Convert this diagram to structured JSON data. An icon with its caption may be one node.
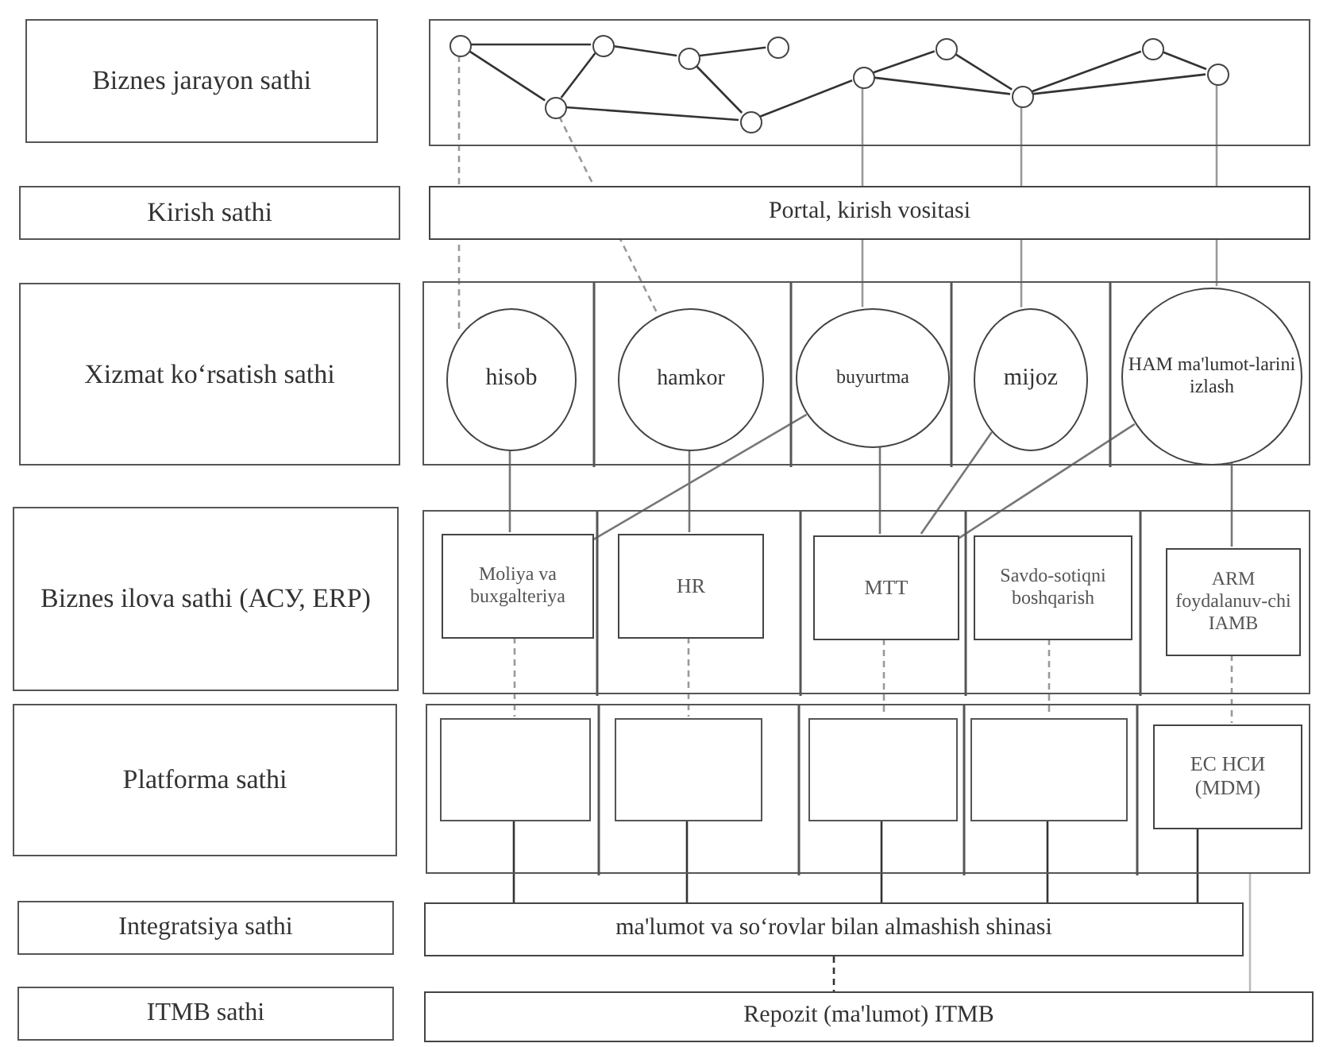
{
  "diagram": {
    "nodes": [
      {
        "text": [
          "Biznes jarayon sathi"
        ]
      },
      {
        "text": [],
        "shape": "box"
      },
      {
        "text": [],
        "shape": "circle",
        "in": 1
      },
      {
        "text": [],
        "shape": "circle",
        "in": 1
      },
      {
        "text": [],
        "shape": "circle",
        "in": 1
      },
      {
        "text": [],
        "shape": "circle",
        "in": 1
      },
      {
        "text": [],
        "shape": "circle",
        "in": 1
      },
      {
        "text": [],
        "shape": "circle",
        "in": 1
      },
      {
        "text": [],
        "shape": "circle",
        "in": 1
      },
      {
        "text": [],
        "shape": "circle",
        "in": 1
      },
      {
        "text": [],
        "shape": "circle",
        "in": 1
      },
      {
        "text": [],
        "shape": "circle",
        "in": 1
      },
      {
        "text": [],
        "shape": "circle",
        "in": 1
      },
      {
        "text": [
          "Kirish sathi"
        ]
      },
      {
        "text": [
          "Portal, kirish vositasi"
        ]
      },
      {
        "text": [
          "Xizmat ko‘rsatish sathi"
        ]
      },
      {
        "text": [],
        "shape": "box"
      },
      {
        "text": [
          "hisob"
        ],
        "in": 16
      },
      {
        "text": [
          "hamkor"
        ],
        "in": 16
      },
      {
        "text": [
          "buyurtma"
        ],
        "in": 16
      },
      {
        "text": [
          "mijoz"
        ],
        "in": 16
      },
      {
        "text": [
          "HAM ma'lumot-larini izlash"
        ],
        "in": 16
      },
      {
        "text": [
          "Biznes ilova sathi (АСУ, ERP)"
        ]
      },
      {
        "text": [],
        "shape": "box"
      },
      {
        "text": [
          "Moliya va buxgalteriya"
        ],
        "in": 23
      },
      {
        "text": [
          "HR"
        ],
        "in": 23
      },
      {
        "text": [
          "MTT"
        ],
        "in": 23
      },
      {
        "text": [
          "Savdo-sotiqni boshqarish"
        ],
        "in": 23
      },
      {
        "text": [
          "ARM foydalanuv-chi IAMB"
        ],
        "in": 23
      },
      {
        "text": [
          "Platforma sathi"
        ]
      },
      {
        "text": [],
        "shape": "box"
      },
      {
        "text": [],
        "shape": "box",
        "in": 30
      },
      {
        "text": [],
        "shape": "box",
        "in": 30
      },
      {
        "text": [],
        "shape": "box",
        "in": 30
      },
      {
        "text": [],
        "shape": "box",
        "in": 30
      },
      {
        "text": [
          "ЕС НСИ (MDM)"
        ],
        "in": 30
      },
      {
        "text": [
          "Integratsiya sathi"
        ]
      },
      {
        "text": [
          "ma'lumot va so‘rovlar bilan almashish shinasi"
        ]
      },
      {
        "text": [
          "ITMB sathi"
        ]
      },
      {
        "text": [
          "Repozit (ma'lumot) ITMB"
        ]
      }
    ],
    "edges": [
      {
        "from": 2,
        "to": 4,
        "arrow": "none"
      },
      {
        "from": 2,
        "to": 3,
        "arrow": "none"
      },
      {
        "from": 4,
        "to": 3,
        "arrow": "none"
      },
      {
        "from": 4,
        "to": 5,
        "arrow": "none"
      },
      {
        "from": 3,
        "to": 6,
        "arrow": "none"
      },
      {
        "from": 5,
        "to": 7,
        "arrow": "none"
      },
      {
        "from": 5,
        "to": 6,
        "arrow": "none"
      },
      {
        "from": 6,
        "to": 8,
        "arrow": "none"
      },
      {
        "from": 8,
        "to": 9,
        "arrow": "none"
      },
      {
        "from": 8,
        "to": 10,
        "arrow": "none"
      },
      {
        "from": 9,
        "to": 10,
        "arrow": "none"
      },
      {
        "from": 10,
        "to": 11,
        "arrow": "none"
      },
      {
        "from": 11,
        "to": 12,
        "arrow": "none"
      },
      {
        "from": 10,
        "to": 12,
        "arrow": "none"
      },
      {
        "from": 2,
        "to": 17,
        "arrow": "none",
        "style": "dashed",
        "color": "#999999"
      },
      {
        "from": 3,
        "to": 18,
        "arrow": "none",
        "style": "dashed",
        "color": "#999999"
      },
      {
        "from": 8,
        "to": 19,
        "arrow": "none",
        "color": "#999999"
      },
      {
        "from": 10,
        "to": 20,
        "arrow": "none",
        "color": "#999999"
      },
      {
        "from": 12,
        "to": 21,
        "arrow": "none",
        "color": "#999999"
      },
      {
        "from": 17,
        "to": 24,
        "arrow": "none",
        "color": "#777777"
      },
      {
        "from": 18,
        "to": 25,
        "arrow": "none",
        "color": "#777777"
      },
      {
        "from": 19,
        "to": 26,
        "arrow": "none",
        "color": "#777777"
      },
      {
        "from": 19,
        "to": 24,
        "arrow": "none",
        "color": "#777777"
      },
      {
        "from": 20,
        "to": 26,
        "arrow": "none",
        "color": "#777777"
      },
      {
        "from": 21,
        "to": 26,
        "arrow": "none",
        "color": "#777777"
      },
      {
        "from": 21,
        "to": 28,
        "arrow": "none",
        "color": "#777777"
      },
      {
        "from": 24,
        "to": 31,
        "arrow": "none",
        "style": "dashed",
        "color": "#999999"
      },
      {
        "from": 25,
        "to": 32,
        "arrow": "none",
        "style": "dashed",
        "color": "#999999"
      },
      {
        "from": 26,
        "to": 33,
        "arrow": "none",
        "style": "dashed",
        "color": "#999999"
      },
      {
        "from": 27,
        "to": 34,
        "arrow": "none",
        "style": "dashed",
        "color": "#999999"
      },
      {
        "from": 28,
        "to": 35,
        "arrow": "none",
        "style": "dashed",
        "color": "#999999"
      },
      {
        "from": 31,
        "to": 37,
        "arrow": "none"
      },
      {
        "from": 32,
        "to": 37,
        "arrow": "none"
      },
      {
        "from": 33,
        "to": 37,
        "arrow": "none"
      },
      {
        "from": 34,
        "to": 37,
        "arrow": "none"
      },
      {
        "from": 35,
        "to": 37,
        "arrow": "none"
      },
      {
        "from": 37,
        "to": 39,
        "arrow": "none",
        "style": "dashed"
      },
      {
        "from": 30,
        "to": 39,
        "arrow": "none",
        "color": "#bbbbbb"
      }
    ]
  }
}
